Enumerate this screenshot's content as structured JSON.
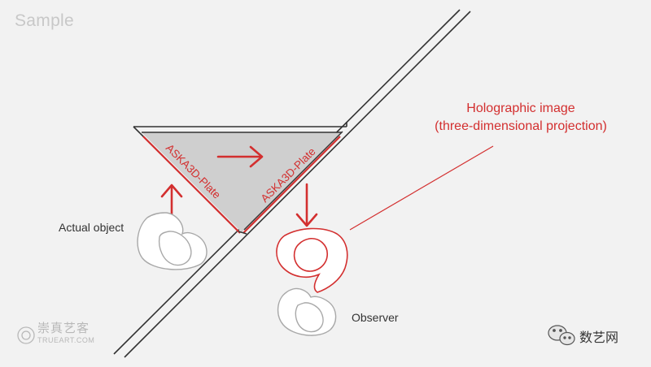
{
  "corner_label": "Sample",
  "labels": {
    "actual_object": "Actual object",
    "observer": "Observer",
    "holographic_line1": "Holographic image",
    "holographic_line2": "(three-dimensional projection)",
    "plate_left": "ASKA3D-Plate",
    "plate_right": "ASKA3D-Plate"
  },
  "watermarks": {
    "left_cn": "崇真艺客",
    "left_en": "TRUEART.COM",
    "right_cn": "数艺网"
  },
  "colors": {
    "background": "#f2f2f2",
    "accent_red": "#d32f2f",
    "plate_fill": "#cfcfcf",
    "wall_line": "#333333"
  }
}
